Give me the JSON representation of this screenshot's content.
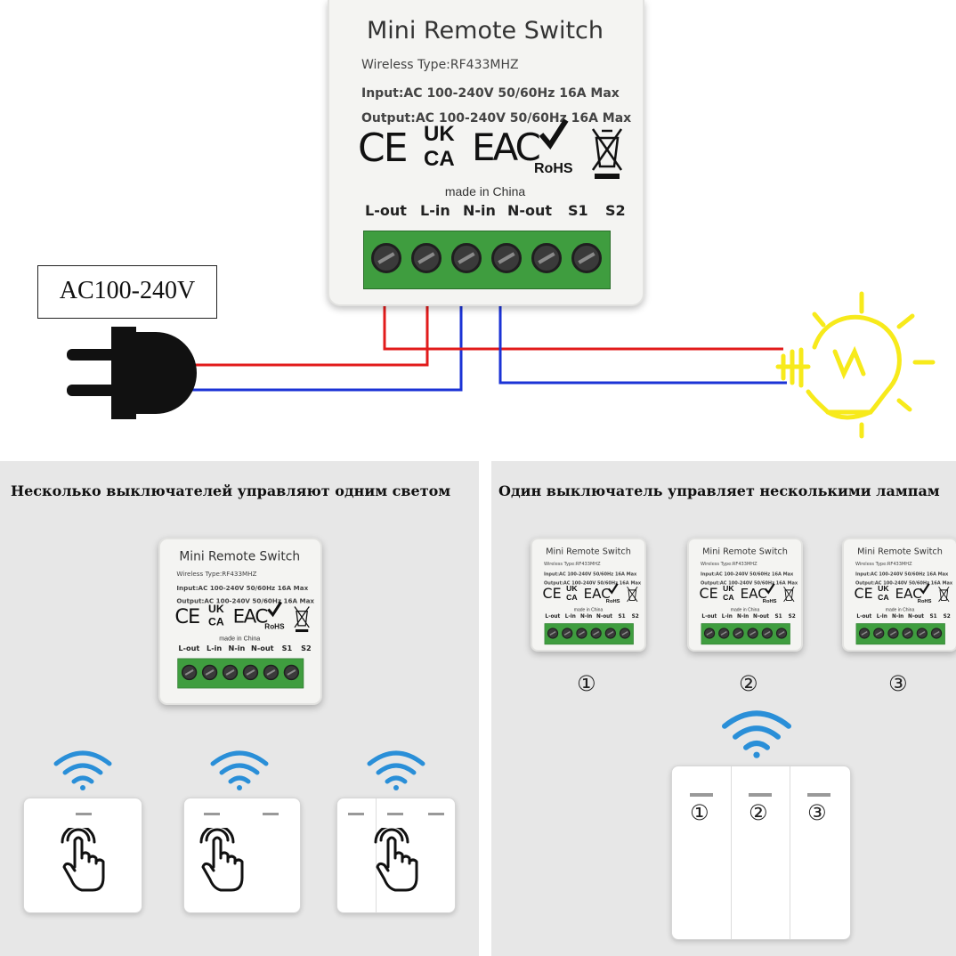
{
  "module": {
    "title": "Mini Remote Switch",
    "wireless": "Wireless Type:RF433MHZ",
    "input": "Input:AC 100-240V 50/60Hz 16A Max",
    "output": "Output:AC 100-240V 50/60Hz 16A Max",
    "cert_ce": "CE",
    "cert_uk": "UK",
    "cert_ca": "CA",
    "cert_eac": "EAC",
    "cert_rohs": "RoHS",
    "made_in": "made in China",
    "terminals": [
      "L-out",
      "L-in",
      "N-in",
      "N-out",
      "S1",
      "S2"
    ]
  },
  "voltage_label": "AC100-240V",
  "wire_colors": {
    "live": "#e21b1b",
    "neutral": "#1b33d6",
    "bulb": "#f7ea1b",
    "terminal_block": "#3f9d3f"
  },
  "panel_left": {
    "title": "Несколько выключателей управляют одним светом"
  },
  "panel_right": {
    "title": "Один выключатель управляет несколькими лампам",
    "module_numbers": [
      "①",
      "②",
      "③"
    ],
    "gang_numbers": [
      "①",
      "②",
      "③"
    ]
  },
  "icons": [
    "plug-icon",
    "light-bulb-icon",
    "wifi-icon",
    "hand-touch-icon",
    "checkmark-icon",
    "weee-bin-icon"
  ]
}
